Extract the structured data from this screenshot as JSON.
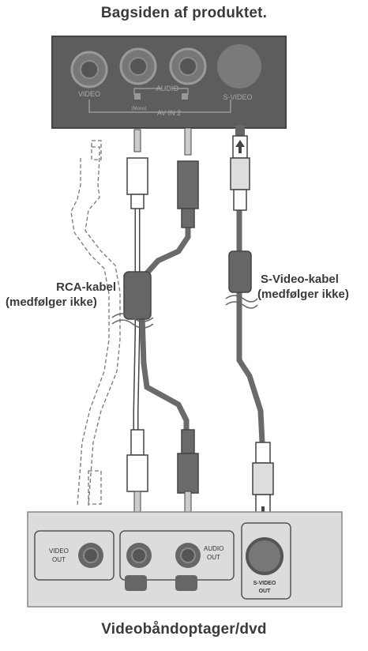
{
  "titles": {
    "top": "Bagsiden af produktet.",
    "bottom": "Videobåndoptager/dvd"
  },
  "product_panel": {
    "video": "VIDEO",
    "audio": "AUDIO",
    "mono": "(Mono)",
    "av_in": "AV IN 2",
    "s_video": "S-VIDEO"
  },
  "cables": {
    "rca_line1": "RCA-kabel",
    "rca_line2": "(medfølger ikke)",
    "svideo_line1": "S-Video-kabel",
    "svideo_line2": "(medfølger ikke)"
  },
  "device_panel": {
    "video_out_1": "VIDEO",
    "video_out_2": "OUT",
    "audio_out_1": "AUDIO",
    "audio_out_2": "OUT",
    "svideo_out_1": "S-VIDEO",
    "svideo_out_2": "OUT"
  },
  "colors": {
    "panel_dark": "#5d5d5d",
    "panel_light": "#dcdcdc",
    "cable_dark": "#6a6a6a",
    "cable_white": "#ffffff"
  }
}
